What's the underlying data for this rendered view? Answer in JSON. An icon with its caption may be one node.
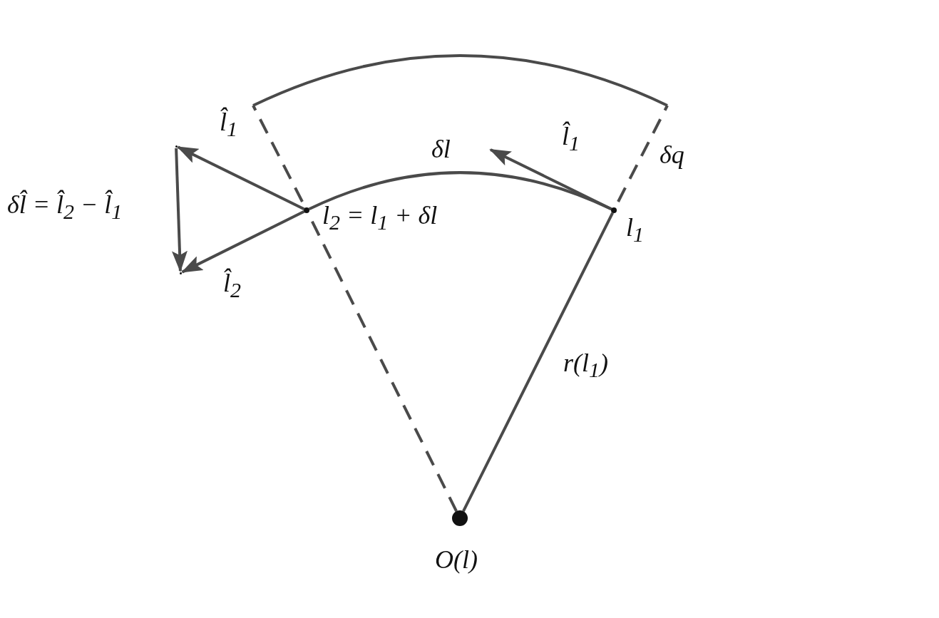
{
  "diagram": {
    "nodes": [
      {
        "text": [],
        "shape": "circle",
        "beside": [
          "l$_{1}$"
        ]
      },
      {
        "text": [],
        "shape": "circle",
        "beside": [
          "l$_{2}$ = l$_{1}$ + δl"
        ]
      },
      {
        "text": [],
        "shape": "circle",
        "beside": [
          "O(l)"
        ]
      },
      {
        "text": [],
        "shape": "point"
      },
      {
        "text": [],
        "shape": "point"
      }
    ],
    "edges": [
      {
        "from": 2,
        "to": 0,
        "arrow": "none",
        "label": "r(l$_{1}$)"
      },
      {
        "from": 2,
        "to": 1,
        "arrow": "none",
        "style": "dashed"
      },
      {
        "from": 1,
        "to": 0,
        "arrow": "none",
        "label": "δl"
      },
      {
        "from": 0,
        "to": null,
        "arrow": "to",
        "label": "l̂$_{1}$"
      },
      {
        "from": 1,
        "to": 3,
        "arrow": "to",
        "label": "l̂$_{1}$"
      },
      {
        "from": 1,
        "to": 4,
        "arrow": "to",
        "label": "l̂$_{2}$"
      },
      {
        "from": 3,
        "to": 4,
        "arrow": "to",
        "label": "δl̂ = l̂$_{2}$ − l̂$_{1}$"
      }
    ],
    "labels": [
      "δq"
    ]
  }
}
